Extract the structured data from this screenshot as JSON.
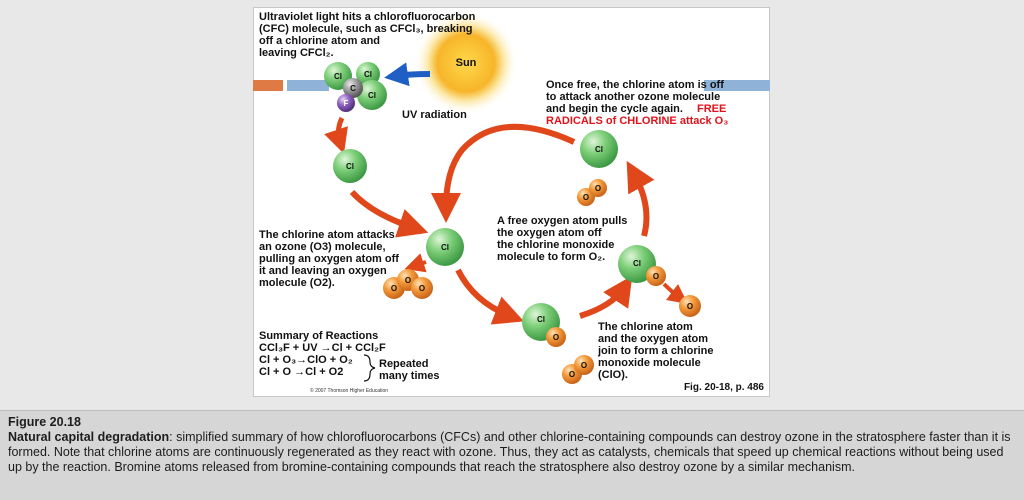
{
  "diagram": {
    "texts": {
      "uv_hits_1": "Ultraviolet light hits a chlorofluorocarbon",
      "uv_hits_2": "(CFC) molecule, such as CFCl₃, breaking",
      "uv_hits_3": "off a chlorine atom and",
      "uv_hits_4": "leaving CFCl₂.",
      "sun": "Sun",
      "uv_radiation": "UV radiation",
      "once_free_1": "Once free, the chlorine atom is off",
      "once_free_2": "to attack another ozone molecule",
      "once_free_3": "and begin the cycle again.",
      "free_radicals_1": "FREE",
      "free_radicals_2": "RADICALS of CHLORINE attack O₃",
      "attack_1": "The chlorine atom attacks",
      "attack_2": "an ozone (O3) molecule,",
      "attack_3": "pulling an oxygen atom off",
      "attack_4": "it and leaving an oxygen",
      "attack_5": "molecule (O2).",
      "pull_1": "A free oxygen atom pulls",
      "pull_2": "the oxygen atom off",
      "pull_3": "the chlorine monoxide",
      "pull_4": "molecule to form O₂.",
      "join_1": "The chlorine atom",
      "join_2": "and the oxygen atom",
      "join_3": "join to form a chlorine",
      "join_4": "monoxide molecule",
      "join_5": "(ClO).",
      "summary_title": "Summary of Reactions",
      "reaction_1": "CCl₃F + UV →Cl + CCl₂F",
      "reaction_2": "Cl + O₃→ClO + O₂",
      "reaction_3": "Cl + O →Cl + O2",
      "repeated_1": "Repeated",
      "repeated_2": "many times",
      "copyright": "© 2007 Thomson Higher Education",
      "fig_ref": "Fig. 20-18, p. 486"
    },
    "atom_labels": {
      "chlorine": "Cl",
      "carbon": "C",
      "fluorine": "F",
      "oxygen": "O"
    },
    "colors": {
      "chlorine": "#6cc46c",
      "oxygen": "#f0922c",
      "carbon": "#8a8a8a",
      "fluorine": "#7a4aa8",
      "arrow": "#e0471a",
      "sun": "#f7b82a",
      "uv_arrow": "#1f5fc4",
      "free_radical_text": "#e0121a",
      "band_orange": "#e07a45",
      "band_blue": "#8fb3d8"
    }
  },
  "caption": {
    "label": "Figure 20.18",
    "title": "Natural capital degradation",
    "body": ": simplified summary of how chlorofluorocarbons (CFCs) and other chlorine-containing compounds can destroy ozone in the stratosphere faster than it is formed. Note that chlorine atoms are continuously regenerated as they react with ozone. Thus, they act as catalysts, chemicals that speed up chemical reactions without being used up by the reaction. Bromine atoms released from bromine-containing compounds that reach the stratosphere also destroy ozone by a similar mechanism."
  }
}
